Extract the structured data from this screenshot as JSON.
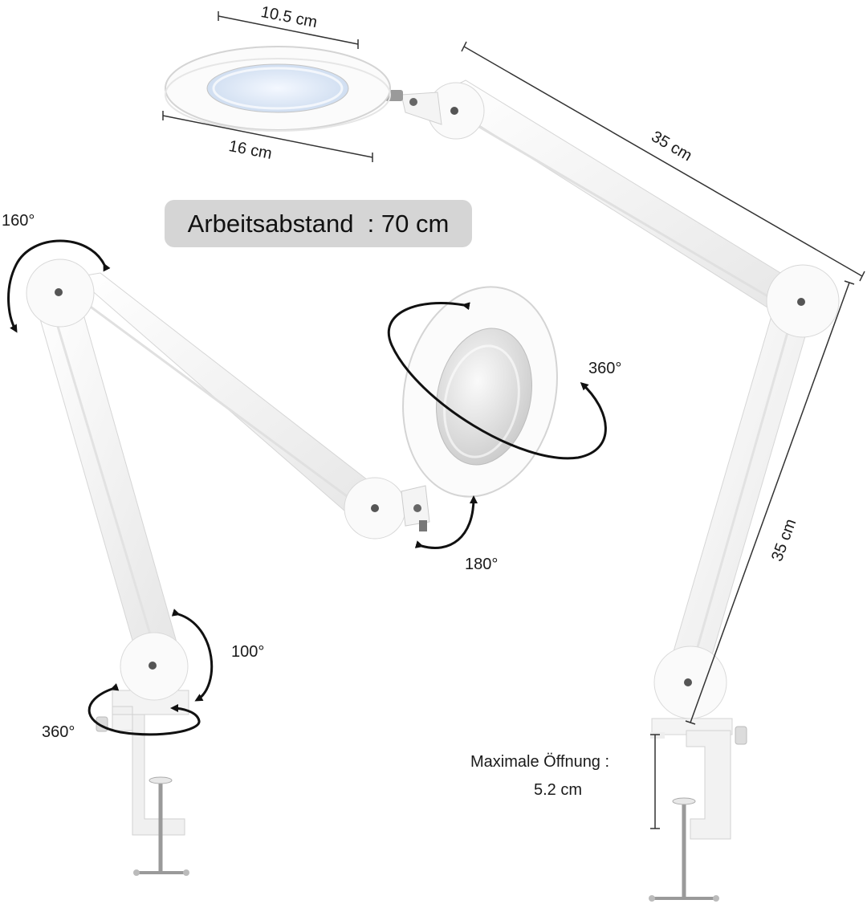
{
  "labels": {
    "lens_inner": "10.5 cm",
    "lens_outer": "16 cm",
    "upper_arm": "35 cm",
    "lower_arm": "35 cm",
    "working_distance": "Arbeitsabstand  : 70 cm",
    "rot_top": "160°",
    "rot_head": "360°",
    "tilt_head": "180°",
    "rot_base_arm": "100°",
    "rot_base": "360°",
    "clamp_opening_label": "Maximale Öffnung :",
    "clamp_opening_value": "5.2 cm"
  },
  "colors": {
    "body": "#ffffff",
    "shade": "#e4e4e4",
    "outline": "#cfcfcf",
    "lens_glow": "#dfe9f7",
    "arrow": "#111111",
    "badge": "#d5d5d5"
  }
}
